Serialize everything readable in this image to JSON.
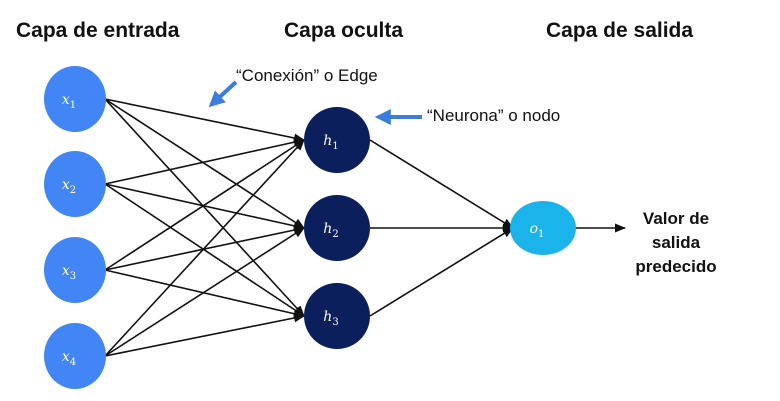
{
  "titles": {
    "input": "Capa de entrada",
    "hidden": "Capa oculta",
    "output": "Capa de salida"
  },
  "annotations": {
    "edge": "“Conexión” o Edge",
    "neuron": "“Neurona” o nodo"
  },
  "output_caption": [
    "Valor de",
    "salida",
    "predecido"
  ],
  "nodes": {
    "input": [
      {
        "base": "x",
        "sub": "1"
      },
      {
        "base": "x",
        "sub": "2"
      },
      {
        "base": "x",
        "sub": "3"
      },
      {
        "base": "x",
        "sub": "4"
      }
    ],
    "hidden": [
      {
        "base": "h",
        "sub": "1"
      },
      {
        "base": "h",
        "sub": "2"
      },
      {
        "base": "h",
        "sub": "3"
      }
    ],
    "output": [
      {
        "base": "o",
        "sub": "1"
      }
    ]
  },
  "colors": {
    "input": "#4285f4",
    "hidden": "#0b1f5c",
    "output": "#1ab3ea",
    "annotation_arrow": "#3b7ddd",
    "edge": "#111111"
  }
}
